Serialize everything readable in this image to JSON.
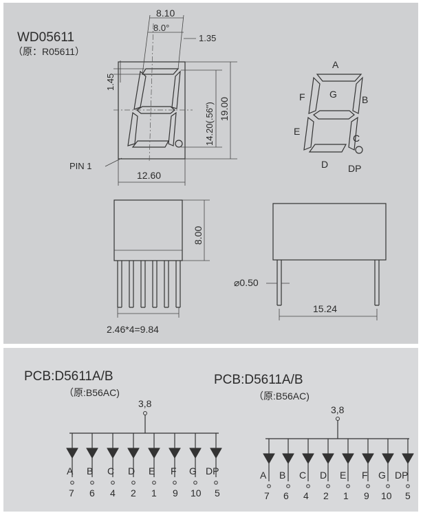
{
  "top": {
    "model": "WD05611",
    "original": "（原：R05611）",
    "dims": {
      "width_top": "8.10",
      "width_inner": "8.0°",
      "seg_gap": "1.35",
      "seg_height": "1.45",
      "digit_height": "14.20(.56\")",
      "total_height": "19.00",
      "body_width": "12.60",
      "pin_label": "PIN 1",
      "side_height": "8.00",
      "pin_spacing": "2.46*4=9.84",
      "pin_diameter": "⌀0.50",
      "row_spacing": "15.24"
    },
    "segments": {
      "a": "A",
      "b": "B",
      "c": "C",
      "d": "D",
      "e": "E",
      "f": "F",
      "g": "G",
      "dp": "DP"
    }
  },
  "bottom": {
    "circuits": [
      {
        "title": "PCB:D5611A/B",
        "original": "（原:B56AC)",
        "common": "3,8",
        "segments": [
          "A",
          "B",
          "C",
          "D",
          "E",
          "F",
          "G",
          "DP"
        ],
        "pins": [
          "7",
          "6",
          "4",
          "2",
          "1",
          "9",
          "10",
          "5"
        ]
      },
      {
        "title": "PCB:D5611A/B",
        "original": "（原:B56AC)",
        "common": "3,8",
        "segments": [
          "A",
          "B",
          "C",
          "D",
          "E",
          "F",
          "G",
          "DP"
        ],
        "pins": [
          "7",
          "6",
          "4",
          "2",
          "1",
          "9",
          "10",
          "5"
        ]
      }
    ]
  }
}
